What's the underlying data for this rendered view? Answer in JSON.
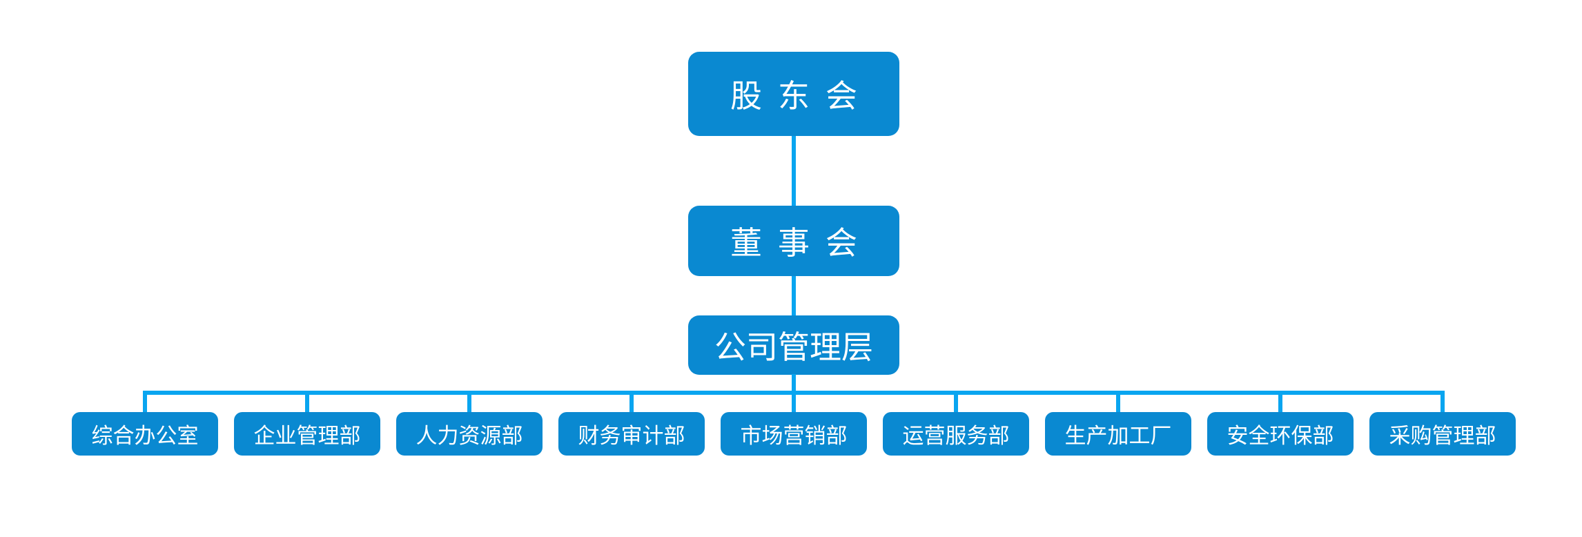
{
  "org_chart": {
    "nodes": {
      "shareholders": {
        "label": "股东会"
      },
      "board": {
        "label": "董事会"
      },
      "management": {
        "label": "公司管理层"
      }
    },
    "departments": [
      {
        "label": "综合办公室"
      },
      {
        "label": "企业管理部"
      },
      {
        "label": "人力资源部"
      },
      {
        "label": "财务审计部"
      },
      {
        "label": "市场营销部"
      },
      {
        "label": "运营服务部"
      },
      {
        "label": "生产加工厂"
      },
      {
        "label": "安全环保部"
      },
      {
        "label": "采购管理部"
      }
    ],
    "colors": {
      "node_fill": "#0a89d1",
      "connector": "#09a5f0",
      "node_text": "#ffffff",
      "background": "#ffffff"
    }
  }
}
